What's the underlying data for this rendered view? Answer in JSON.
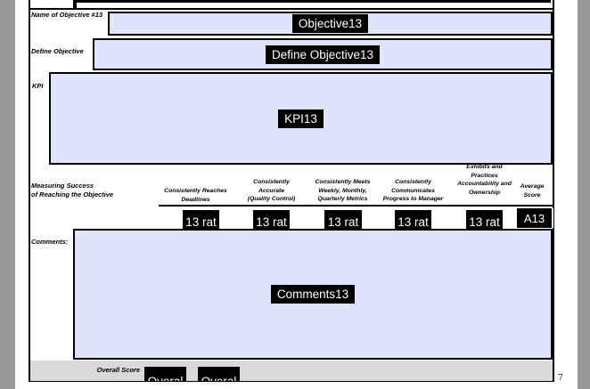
{
  "page": {
    "number": "7"
  },
  "colors": {
    "desktop_bg": "#9a9a9a",
    "field_bg": "#dfe4fb",
    "highlight_bg": "#000000",
    "highlight_text": "#ffffff",
    "overall_row_bg": "#d9d9d9"
  },
  "form": {
    "name_row": {
      "label": "Name of Objective #13",
      "value": "Objective13"
    },
    "define_row": {
      "label": "Define Objective",
      "value": "Define Objective13"
    },
    "kpi_row": {
      "label": "KPI",
      "value": "KPI13"
    },
    "measuring": {
      "label_line1": "Measuring Success",
      "label_line2": "of Reaching the Objective",
      "columns": [
        {
          "lines": [
            "Consistently Reaches",
            "Deadlines"
          ],
          "value": "13 rat"
        },
        {
          "lines": [
            "Consistently",
            "Accurate",
            "(Quality Control)"
          ],
          "value": "13 rat"
        },
        {
          "lines": [
            "Consistently Meets",
            "Weekly, Monthly,",
            "Quarterly Metrics"
          ],
          "value": "13 rat"
        },
        {
          "lines": [
            "Consistently",
            "Communicates",
            "Progress to Manager"
          ],
          "value": "13 rat"
        },
        {
          "lines": [
            "Exhibits and",
            "Practices",
            "Accountability and",
            "Ownership"
          ],
          "value": "13 rat"
        },
        {
          "lines": [
            "Average",
            "Score"
          ],
          "value": "A13"
        }
      ]
    },
    "comments_row": {
      "label": "Comments:",
      "value": "Comments13"
    },
    "overall_row": {
      "label": "Overall Score",
      "value1": "Overal",
      "value2": "Overal"
    }
  }
}
